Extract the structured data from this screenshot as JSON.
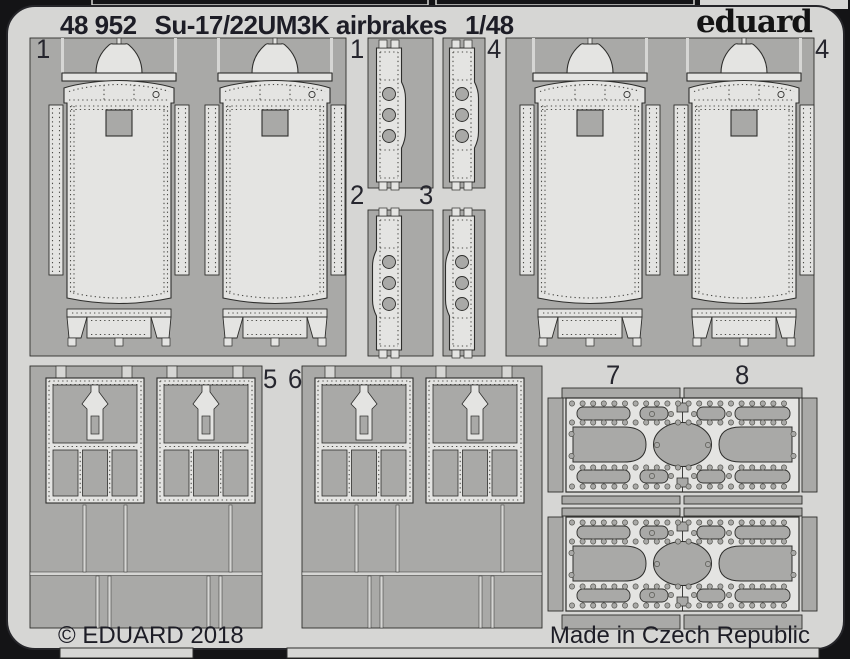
{
  "header": {
    "catalog_number": "48 952",
    "title": "Su-17/22UM3K airbrakes",
    "scale": "1/48",
    "brand": "eduard"
  },
  "footer": {
    "copyright": "© EDUARD 2018",
    "origin": "Made in Czech Republic"
  },
  "fret": {
    "part_labels": [
      {
        "text": "1"
      },
      {
        "text": "1"
      },
      {
        "text": "4"
      },
      {
        "text": "4"
      },
      {
        "text": "2"
      },
      {
        "text": "3"
      },
      {
        "text": "5"
      },
      {
        "text": "6"
      },
      {
        "text": "7"
      },
      {
        "text": "8"
      }
    ]
  },
  "colors": {
    "background": "#141416",
    "fret_base": "#d6d6d4",
    "part_surface": "#e4e4e2",
    "etched_area": "#a9a9a7",
    "etch_line": "#2e2e2c",
    "rivet_dot": "#4b4b47",
    "text_dark": "#1d1d26",
    "logo_dark": "#141414"
  }
}
